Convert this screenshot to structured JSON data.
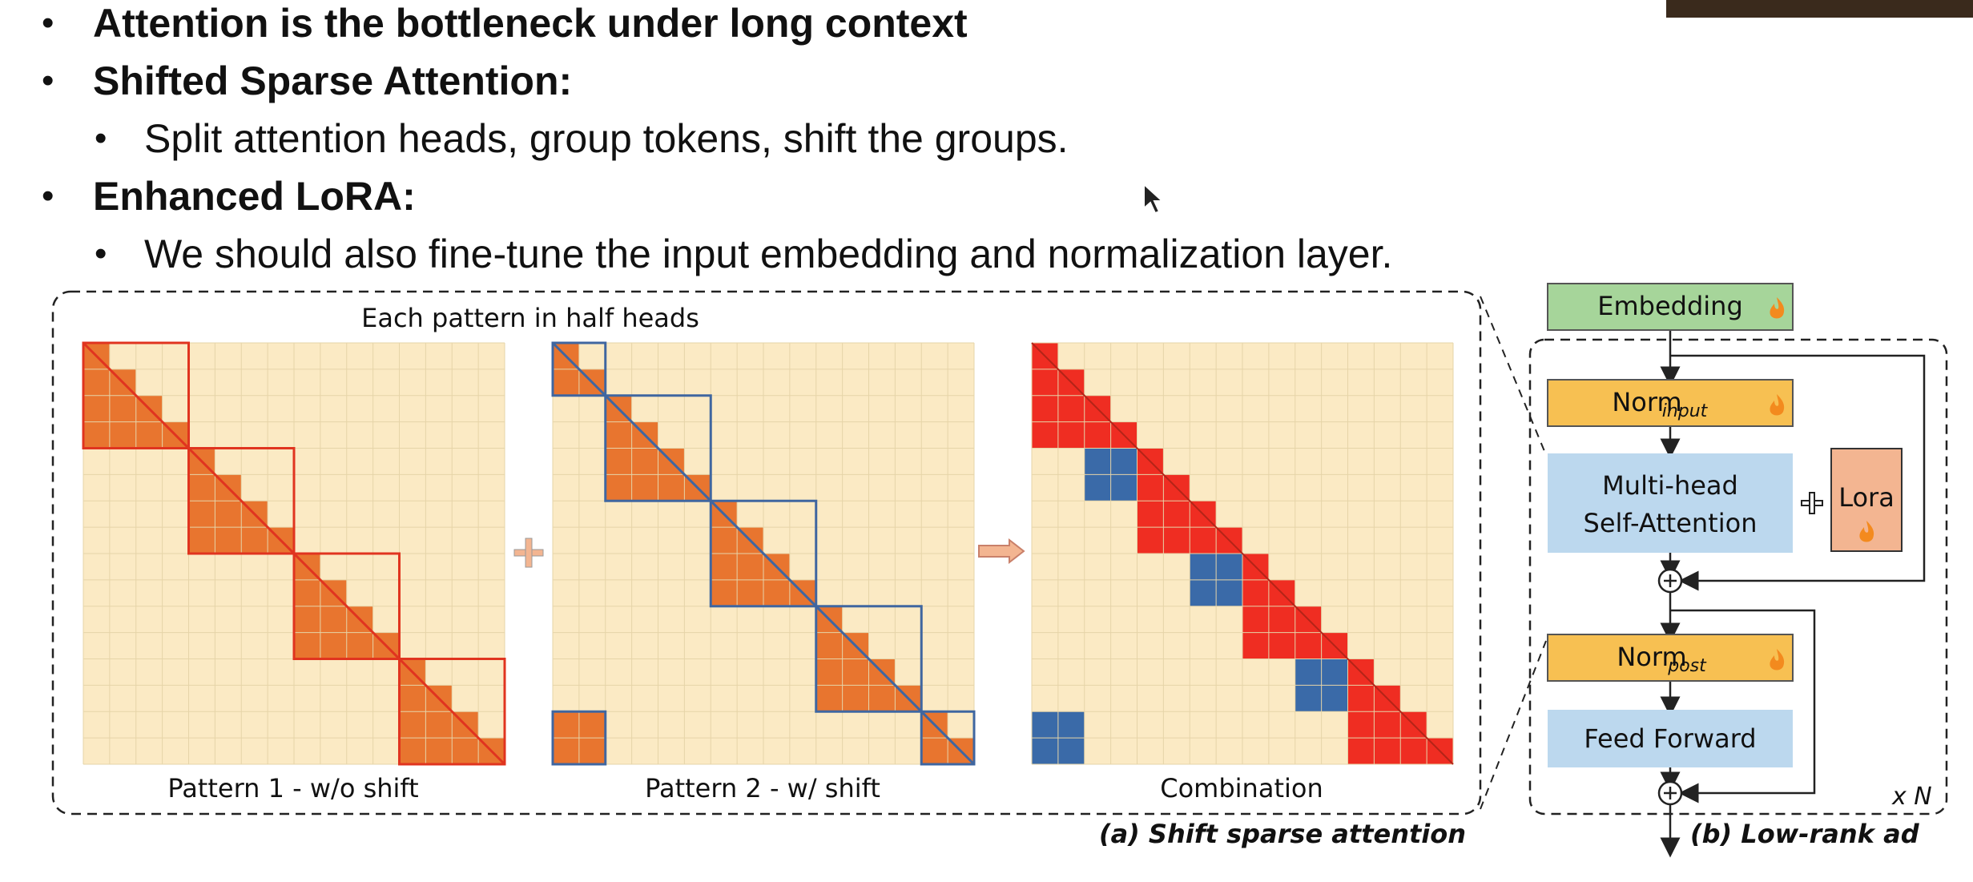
{
  "bullets": {
    "b1": "Attention is the bottleneck under long context",
    "b2": "Shifted Sparse Attention:",
    "b2a": "Split attention heads, group tokens, shift the groups.",
    "b3": "Enhanced LoRA:",
    "b3a": "We should also fine-tune the input embedding and normalization layer."
  },
  "figure": {
    "left_title": "Each pattern in half heads",
    "pattern1": "Pattern 1 - w/o shift",
    "pattern2": "Pattern 2 - w/ shift",
    "combination": "Combination",
    "caption_a": "(a) Shift sparse attention",
    "caption_b": "(b) Low-rank ad",
    "grid_size": 16,
    "group_size": 4,
    "shift": 2,
    "colors": {
      "background": "#fbeac4",
      "grid_line": "#e6d4a8",
      "pattern1_fill": "#e8752f",
      "pattern1_border": "#e0341f",
      "pattern2_border": "#3f66a0",
      "combo_red": "#ef2d22",
      "combo_blue": "#3a6aa8",
      "embedding_fill": "#a6d59a",
      "norm_fill": "#f7c052",
      "block_fill": "#bcd8ee",
      "lora_fill": "#f3b591"
    }
  },
  "blocks": {
    "embedding": "Embedding",
    "norm_input_main": "Norm",
    "norm_input_sub": "input",
    "mhsa_line1": "Multi-head",
    "mhsa_line2": "Self-Attention",
    "lora": "Lora",
    "norm_post_main": "Norm",
    "norm_post_sub": "post",
    "feed_forward": "Feed Forward",
    "repeat": "x N"
  },
  "icons": [
    "flame-icon",
    "plus-icon",
    "arrow-right-icon",
    "cursor-icon"
  ]
}
